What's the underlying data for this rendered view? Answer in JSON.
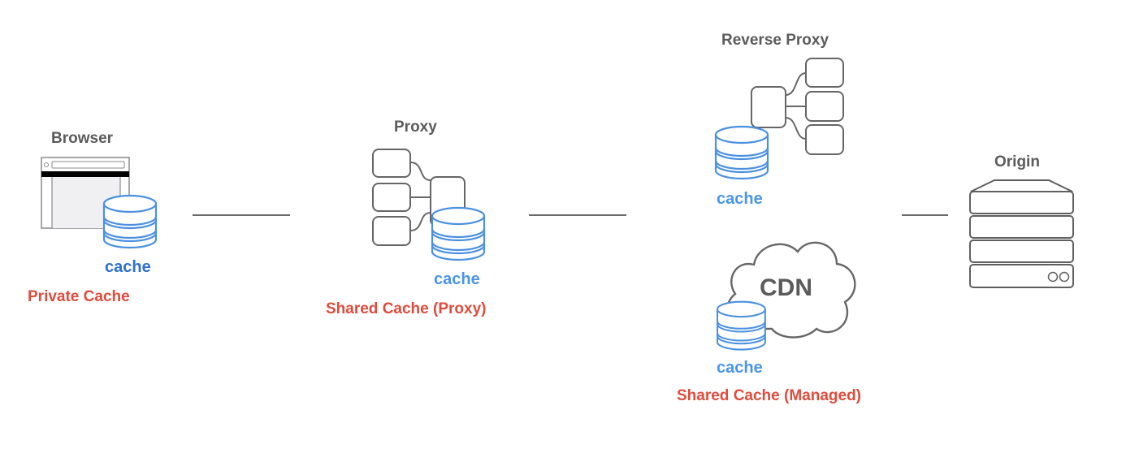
{
  "diagram": {
    "nodes": {
      "browser": {
        "title": "Browser",
        "icon": "browser-window-icon",
        "cache_label": "cache",
        "category": "Private Cache"
      },
      "proxy": {
        "title": "Proxy",
        "icon": "proxy-network-icon",
        "cache_label": "cache",
        "category": "Shared Cache (Proxy)"
      },
      "reverse_proxy": {
        "title": "Reverse Proxy",
        "icon": "reverse-proxy-network-icon",
        "cache_label": "cache"
      },
      "cdn": {
        "title": "CDN",
        "icon": "cloud-icon",
        "cache_label": "cache",
        "category": "Shared Cache (Managed)"
      },
      "origin": {
        "title": "Origin",
        "icon": "server-rack-icon"
      }
    },
    "connections": [
      {
        "from": "browser",
        "to": "proxy"
      },
      {
        "from": "proxy",
        "to": "reverse_proxy"
      },
      {
        "from": "reverse_proxy",
        "to": "origin"
      }
    ],
    "colors": {
      "stroke_gray": "#5f5f5f",
      "cache_blue": "#4a90e2",
      "cache_label_blue": "#4a95e8",
      "private_cache_label_blue": "#2f6fcf",
      "category_red": "#e04b3c",
      "title_gray": "#5b5b5b"
    }
  }
}
